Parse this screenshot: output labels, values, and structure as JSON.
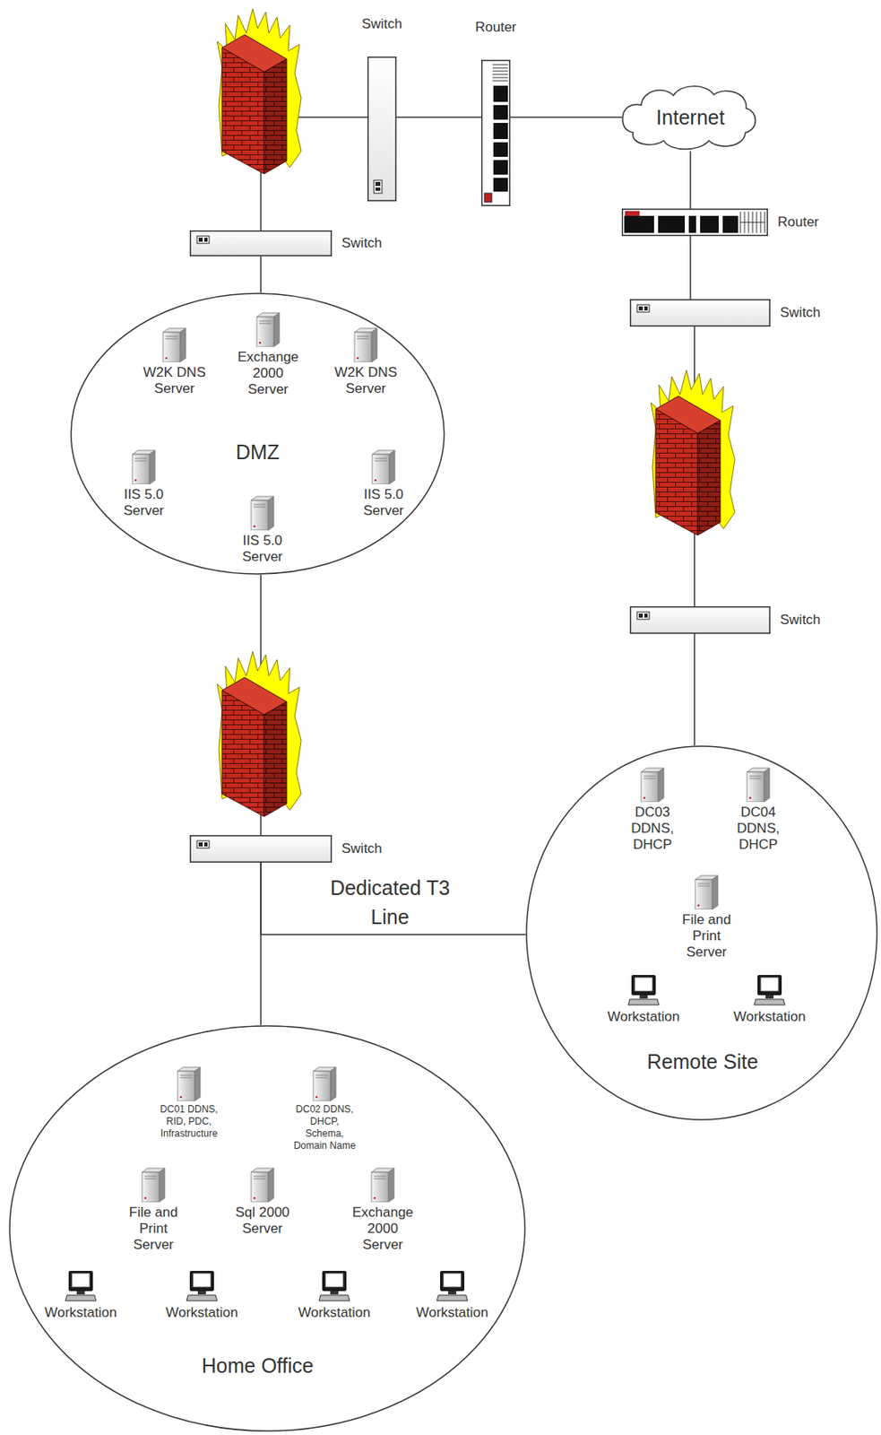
{
  "diagram": {
    "nodes": [
      {
        "text": [
          "Switch"
        ]
      },
      {
        "text": [
          "Router"
        ]
      },
      {
        "text": [
          "Internet"
        ]
      },
      {
        "text": [
          "Router"
        ]
      },
      {
        "text": [
          "Switch"
        ]
      },
      {
        "text": [
          "Switch"
        ]
      },
      {
        "text": [
          "DMZ"
        ]
      },
      {
        "text": [
          "W2K DNS Server"
        ],
        "in": 6
      },
      {
        "text": [
          "Exchange 2000 Server"
        ],
        "in": 6
      },
      {
        "text": [
          "W2K DNS Server"
        ],
        "in": 6
      },
      {
        "text": [
          "IIS 5.0 Server"
        ],
        "in": 6
      },
      {
        "text": [
          "IIS 5.0 Server"
        ],
        "in": 6
      },
      {
        "text": [
          "IIS 5.0 Server"
        ],
        "in": 6
      },
      {
        "text": [
          "Switch"
        ]
      },
      {
        "text": [
          "Switch"
        ]
      },
      {
        "text": [
          "Remote Site"
        ]
      },
      {
        "text": [
          "DC03 DDNS, DHCP"
        ],
        "in": 15
      },
      {
        "text": [
          "DC04 DDNS, DHCP"
        ],
        "in": 15
      },
      {
        "text": [
          "File and Print Server"
        ],
        "in": 15
      },
      {
        "text": [
          "Workstation"
        ],
        "in": 15
      },
      {
        "text": [
          "Workstation"
        ],
        "in": 15
      },
      {
        "text": [
          "Home Office"
        ]
      },
      {
        "text": [
          "DC01 DDNS, RID, PDC, Infrastructure"
        ],
        "in": 21
      },
      {
        "text": [
          "DC02 DDNS, DHCP, Schema, Domain Name"
        ],
        "in": 21
      },
      {
        "text": [
          "File and Print Server"
        ],
        "in": 21
      },
      {
        "text": [
          "Sql 2000 Server"
        ],
        "in": 21
      },
      {
        "text": [
          "Exchange 2000 Server"
        ],
        "in": 21
      },
      {
        "text": [
          "Workstation"
        ],
        "in": 21
      },
      {
        "text": [
          "Workstation"
        ],
        "in": 21
      },
      {
        "text": [
          "Workstation"
        ],
        "in": 21
      },
      {
        "text": [
          "Workstation"
        ],
        "in": 21
      }
    ],
    "edges": [
      {
        "from": 0,
        "to": 1,
        "arrow": "none"
      },
      {
        "from": 1,
        "to": 2,
        "arrow": "none"
      },
      {
        "from": 2,
        "to": 3,
        "arrow": "none"
      },
      {
        "from": 3,
        "to": 5,
        "arrow": "none"
      },
      {
        "from": 4,
        "to": 6,
        "arrow": "none"
      },
      {
        "from": 13,
        "to": 15,
        "arrow": "none"
      },
      {
        "from": 14,
        "to": 21,
        "arrow": "none"
      },
      {
        "from": 14,
        "to": 15,
        "label": "Dedicated T3 Line",
        "arrow": "none"
      }
    ]
  }
}
